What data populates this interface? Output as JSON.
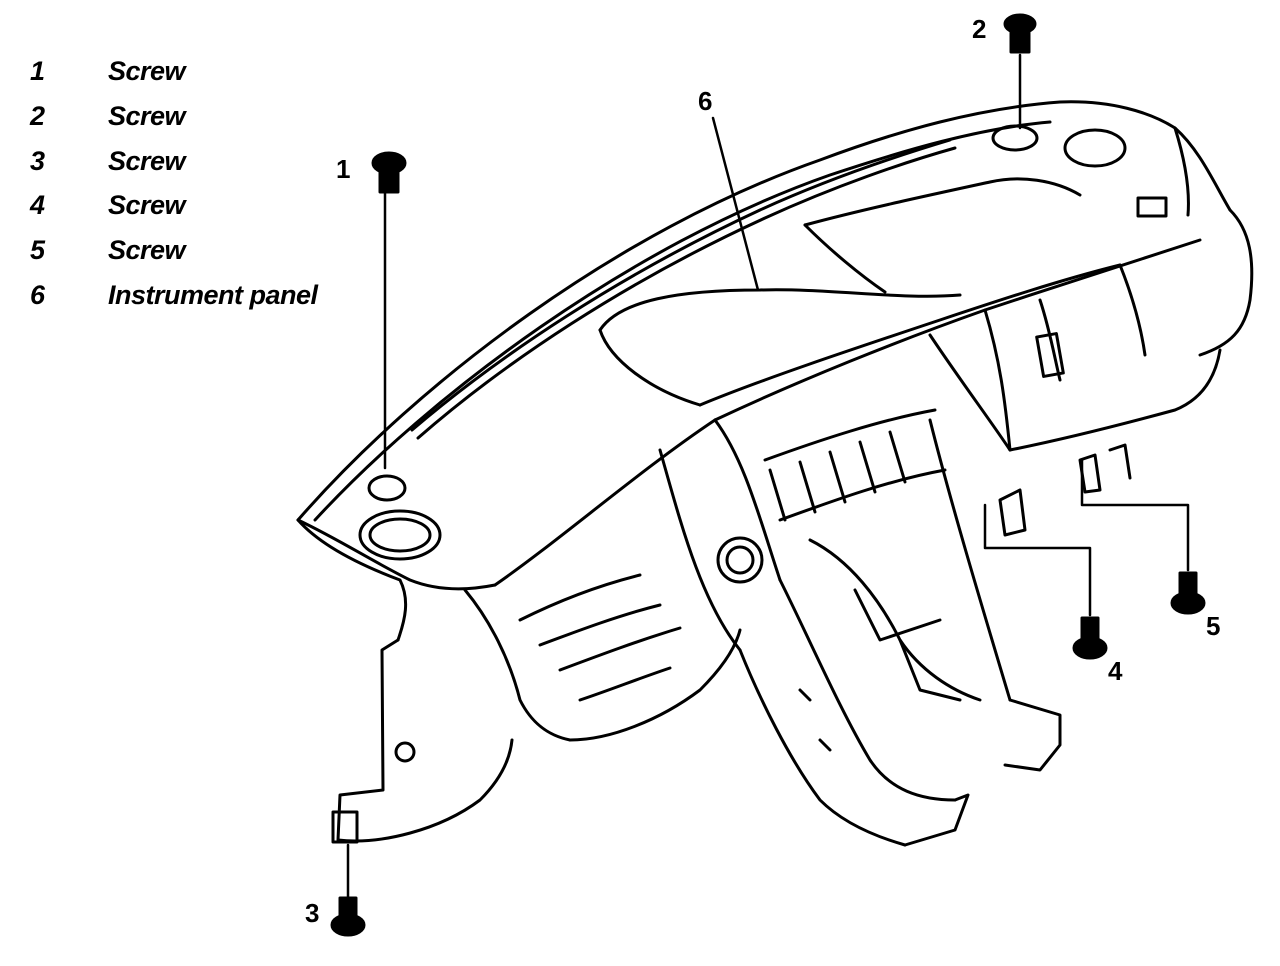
{
  "legend": [
    {
      "num": "1",
      "label": "Screw"
    },
    {
      "num": "2",
      "label": "Screw"
    },
    {
      "num": "3",
      "label": "Screw"
    },
    {
      "num": "4",
      "label": "Screw"
    },
    {
      "num": "5",
      "label": "Screw"
    },
    {
      "num": "6",
      "label": "Instrument panel"
    }
  ],
  "callouts": {
    "c1": "1",
    "c2": "2",
    "c3": "3",
    "c4": "4",
    "c5": "5",
    "c6": "6"
  },
  "colors": {
    "line": "#000000",
    "background": "#ffffff"
  }
}
